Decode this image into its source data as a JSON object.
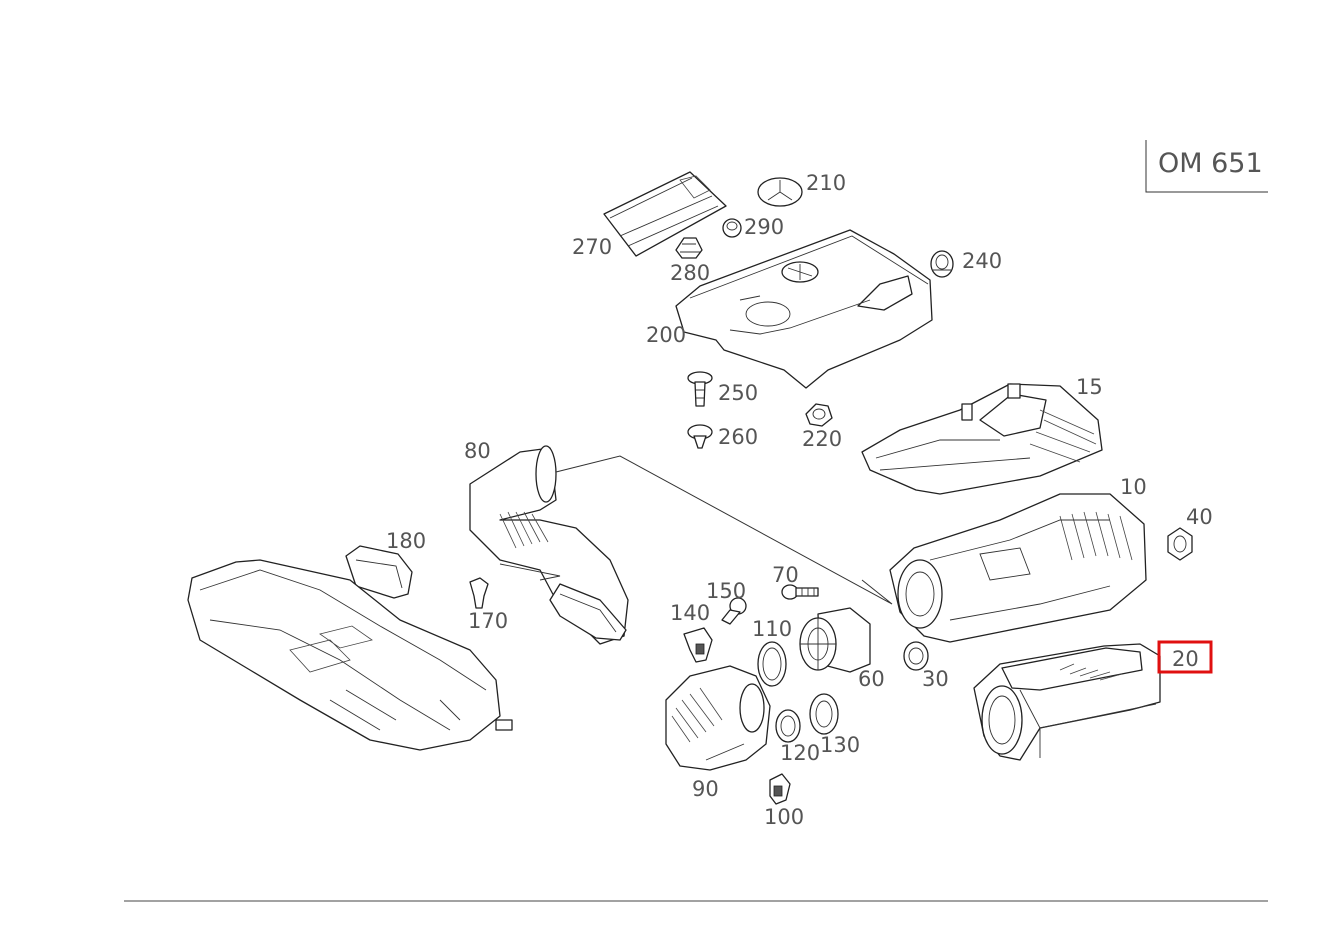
{
  "engine_box": {
    "label": "OM 651"
  },
  "highlight": {
    "part": "20",
    "color": "#e01010"
  },
  "parts": [
    {
      "number": "10"
    },
    {
      "number": "15"
    },
    {
      "number": "20"
    },
    {
      "number": "30"
    },
    {
      "number": "40"
    },
    {
      "number": "60"
    },
    {
      "number": "70"
    },
    {
      "number": "80"
    },
    {
      "number": "90"
    },
    {
      "number": "100"
    },
    {
      "number": "110"
    },
    {
      "number": "120"
    },
    {
      "number": "130"
    },
    {
      "number": "140"
    },
    {
      "number": "150"
    },
    {
      "number": "170"
    },
    {
      "number": "180"
    },
    {
      "number": "200"
    },
    {
      "number": "210"
    },
    {
      "number": "220"
    },
    {
      "number": "240"
    },
    {
      "number": "250"
    },
    {
      "number": "260"
    },
    {
      "number": "270"
    },
    {
      "number": "280"
    },
    {
      "number": "290"
    }
  ]
}
